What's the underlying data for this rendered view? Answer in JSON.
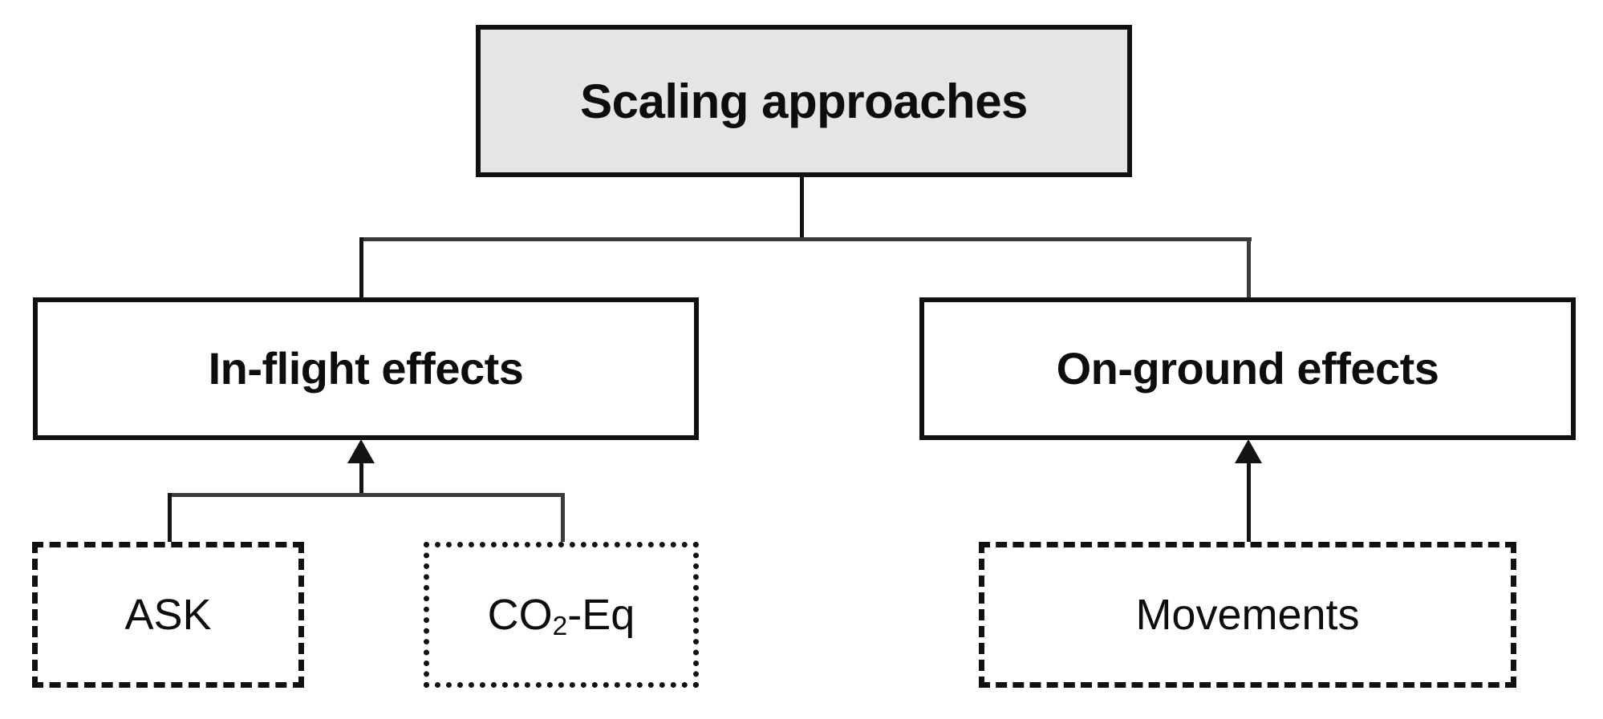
{
  "diagram": {
    "title": "Scaling approaches",
    "type": "tree-hierarchy",
    "background_color": "#ffffff",
    "nodes": {
      "root": {
        "id": "scaling-approaches",
        "label": "Scaling approaches",
        "style": "solid",
        "fill": "#e5e5e5",
        "stroke": "#111111",
        "level": 1
      },
      "branch_left": {
        "id": "in-flight-effects",
        "label": "In-flight effects",
        "style": "solid",
        "fill": "#ffffff",
        "stroke": "#111111",
        "level": 2
      },
      "branch_right": {
        "id": "on-ground-effects",
        "label": "On-ground effects",
        "style": "solid",
        "fill": "#ffffff",
        "stroke": "#111111",
        "level": 2
      },
      "leaf_ask": {
        "id": "ask",
        "label": "ASK",
        "style": "dashed",
        "fill": "#ffffff",
        "stroke": "#111111",
        "level": 3
      },
      "leaf_co2eq": {
        "id": "co2-eq",
        "label_prefix": "CO",
        "label_subscript": "2",
        "label_suffix": "-Eq",
        "label_plain": "CO2-Eq",
        "style": "dotted",
        "fill": "#ffffff",
        "stroke": "#111111",
        "level": 3
      },
      "leaf_movements": {
        "id": "movements",
        "label": "Movements",
        "style": "dashed",
        "fill": "#ffffff",
        "stroke": "#111111",
        "level": 3
      }
    },
    "edges": [
      {
        "from": "scaling-approaches",
        "to": "in-flight-effects",
        "arrow": false
      },
      {
        "from": "scaling-approaches",
        "to": "on-ground-effects",
        "arrow": false
      },
      {
        "from": "ask",
        "to": "in-flight-effects",
        "arrow": true
      },
      {
        "from": "co2-eq",
        "to": "in-flight-effects",
        "arrow": true
      },
      {
        "from": "movements",
        "to": "on-ground-effects",
        "arrow": true
      }
    ]
  }
}
